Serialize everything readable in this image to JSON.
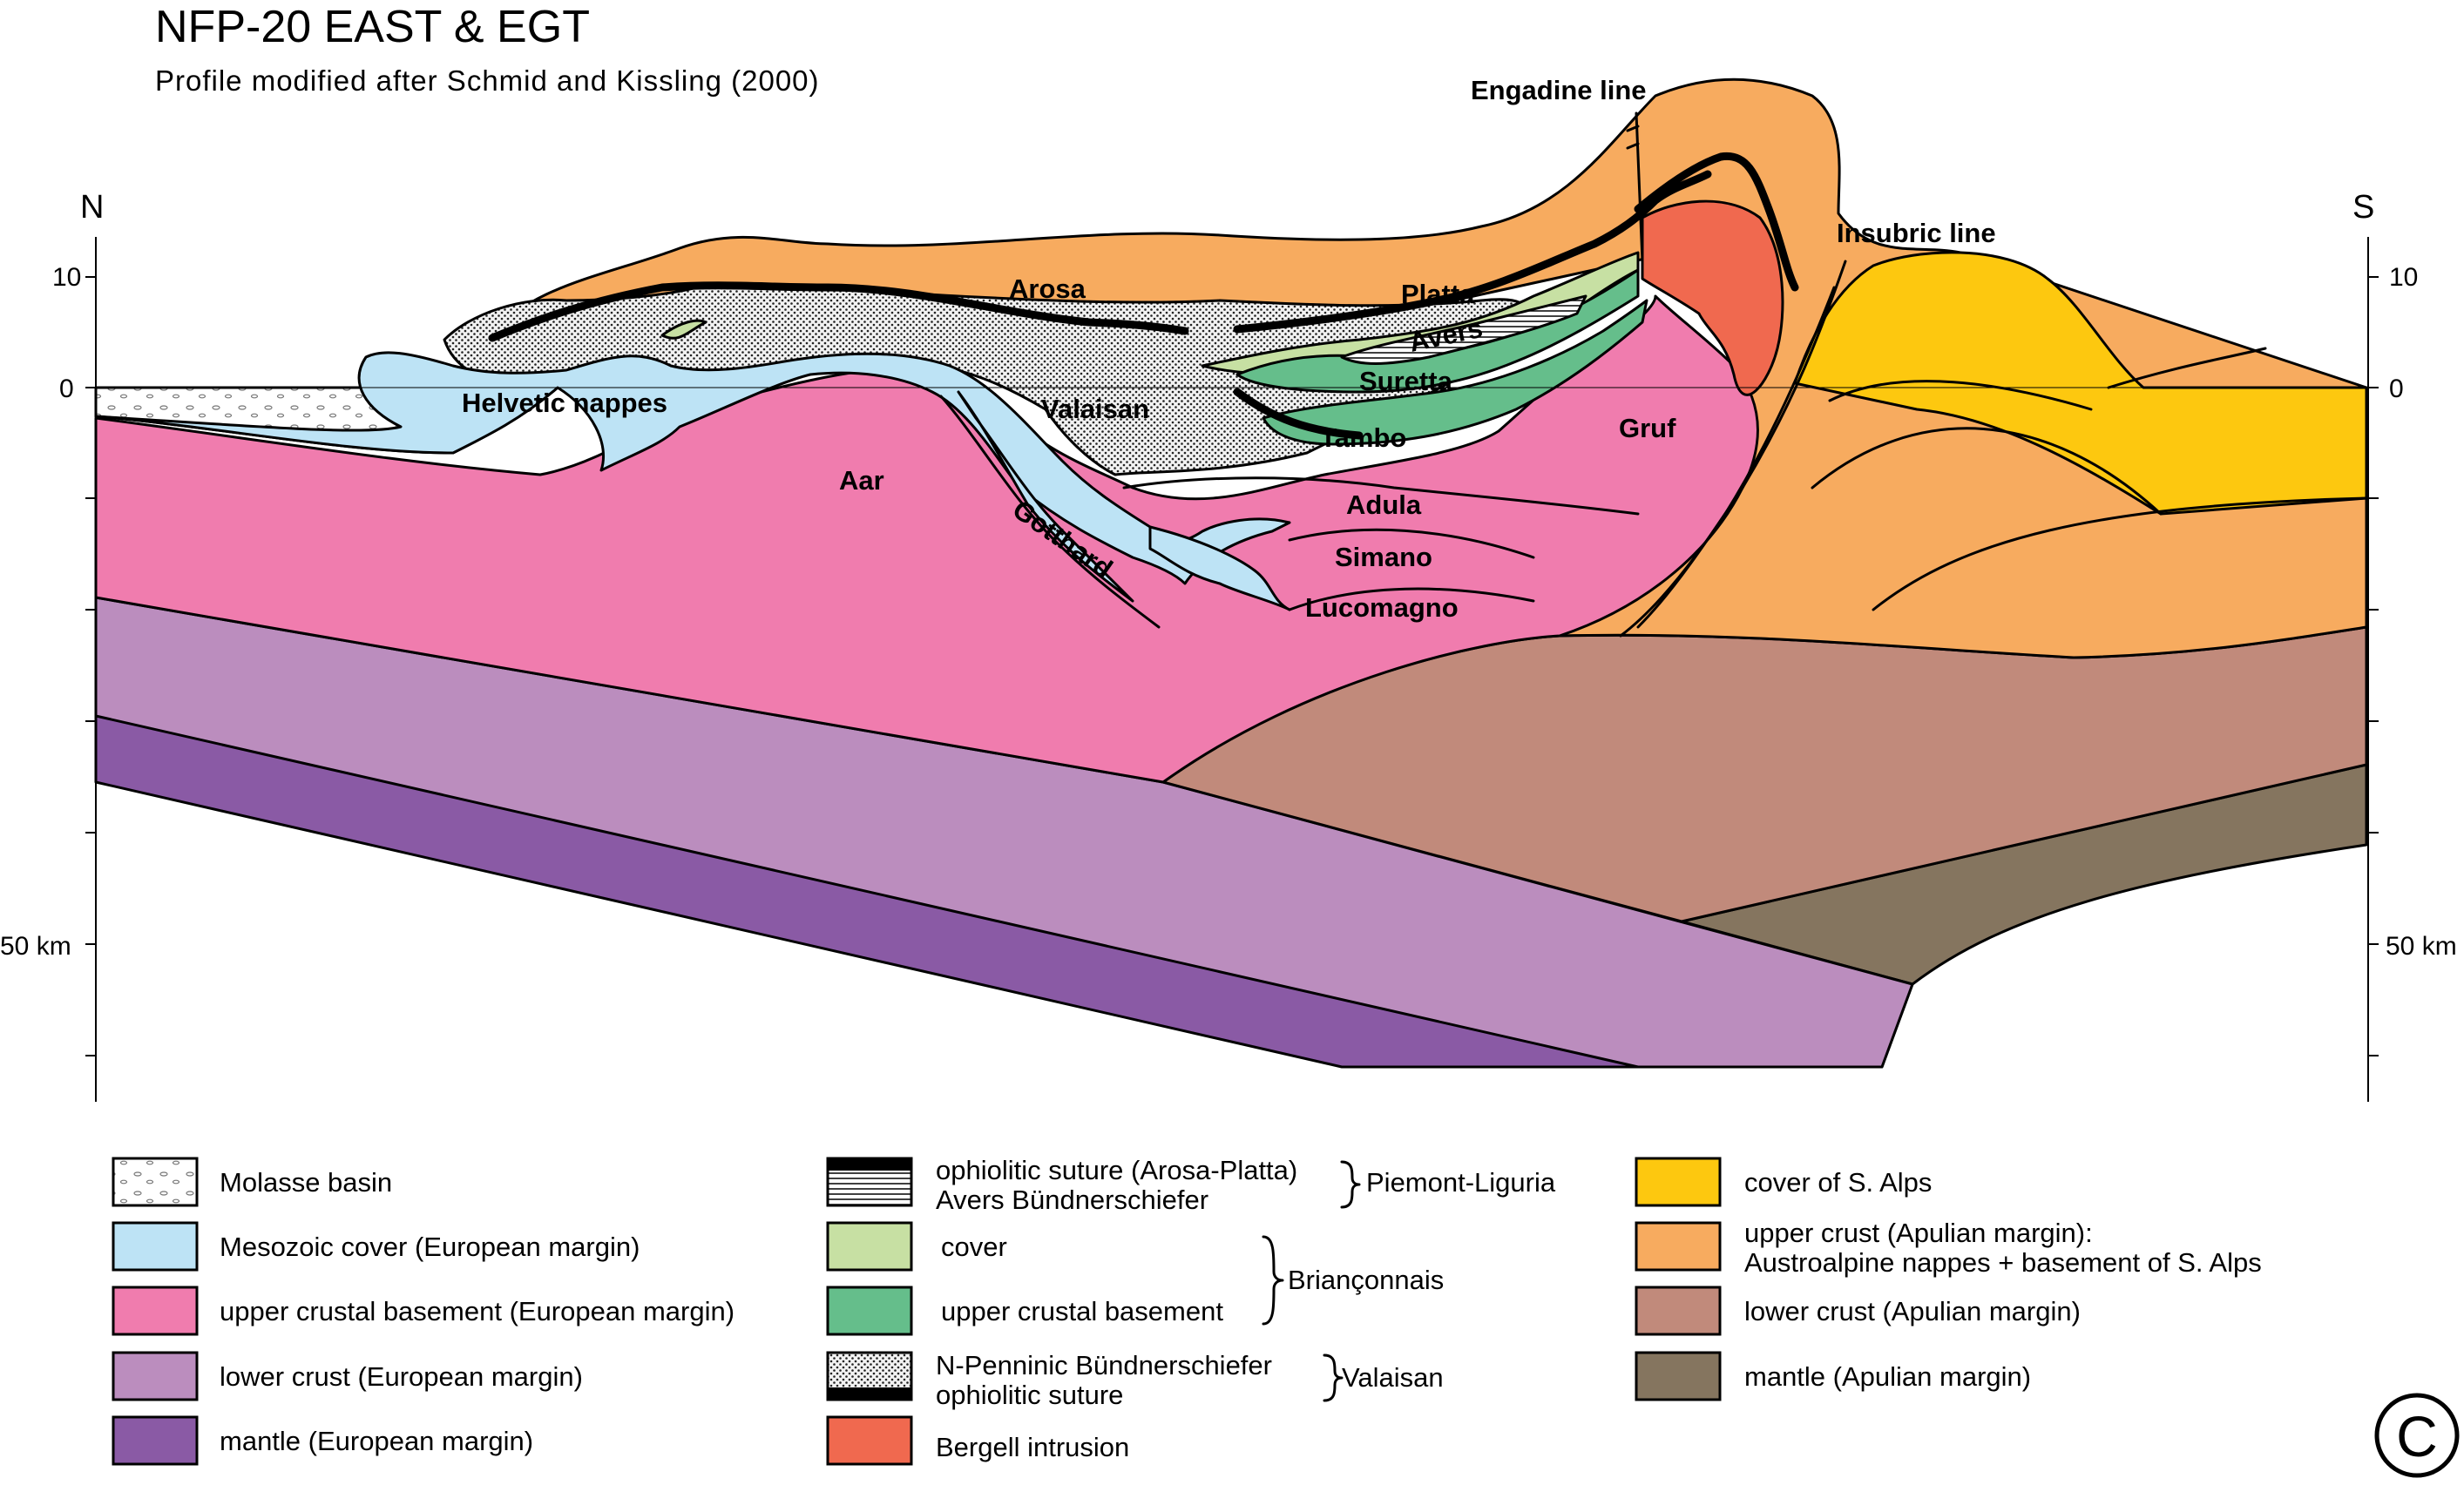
{
  "title": "NFP-20 EAST & EGT",
  "subtitle": "Profile modified after Schmid and Kissling (2000)",
  "directions": {
    "north": "N",
    "south": "S"
  },
  "axis": {
    "left": {
      "km10": "10",
      "km0": "0",
      "km50": "50 km"
    },
    "right": {
      "km10": "10",
      "km0": "0",
      "km50": "50 km"
    }
  },
  "lines": {
    "engadine": "Engadine line",
    "insubric": "Insubric line"
  },
  "units": {
    "arosa": "Arosa",
    "platta": "Platta",
    "avers": "Avers",
    "suretta": "Suretta",
    "tambo": "Tambo",
    "valaisan": "Valaisan",
    "helvetic": "Helvetic nappes",
    "aar": "Aar",
    "gotthard": "Gotthard",
    "adula": "Adula",
    "simano": "Simano",
    "lucomagno": "Lucomagno",
    "gruf": "Gruf"
  },
  "colors": {
    "molasse": "#ffffff",
    "mesozoic_cover": "#bde3f5",
    "euro_upper": "#f07cae",
    "euro_lower": "#bb8dbe",
    "euro_mantle": "#8a5aa5",
    "brianconnais_cover": "#c7e0a3",
    "brianconnais_basement": "#65be8b",
    "bergell": "#f0694f",
    "s_alps_cover": "#fdc80f",
    "apulian_upper": "#f7ab5f",
    "apulian_lower": "#c18a7b",
    "apulian_mantle": "#85755f",
    "ophiolite": "#000000"
  },
  "legend": {
    "col1": [
      {
        "label": "Molasse basin",
        "swatch": "molasse"
      },
      {
        "label": "Mesozoic cover (European margin)",
        "swatch": "mesozoic"
      },
      {
        "label": "upper crustal basement (European margin)",
        "swatch": "euro_upper"
      },
      {
        "label": "lower crust (European margin)",
        "swatch": "euro_lower"
      },
      {
        "label": "mantle (European margin)",
        "swatch": "euro_mantle"
      }
    ],
    "col2": {
      "ophiolitic": "ophiolitic suture (Arosa-Platta)",
      "avers": "Avers Bündnerschiefer",
      "piemont": "Piemont-Liguria",
      "cover": "cover",
      "basement": "upper crustal basement",
      "brianconnais": "Briançonnais",
      "npenninic": "N-Penninic Bündnerschiefer",
      "ophsuture": "ophiolitic suture",
      "valaisan": "Valaisan",
      "bergell": "Bergell intrusion"
    },
    "col3": {
      "salps": "cover of S. Alps",
      "apulian_upper_1": "upper crust (Apulian margin):",
      "apulian_upper_2": "Austroalpine nappes + basement of S. Alps",
      "apulian_lower": "lower crust (Apulian margin)",
      "apulian_mantle": "mantle (Apulian margin)"
    }
  },
  "copyright": "C"
}
